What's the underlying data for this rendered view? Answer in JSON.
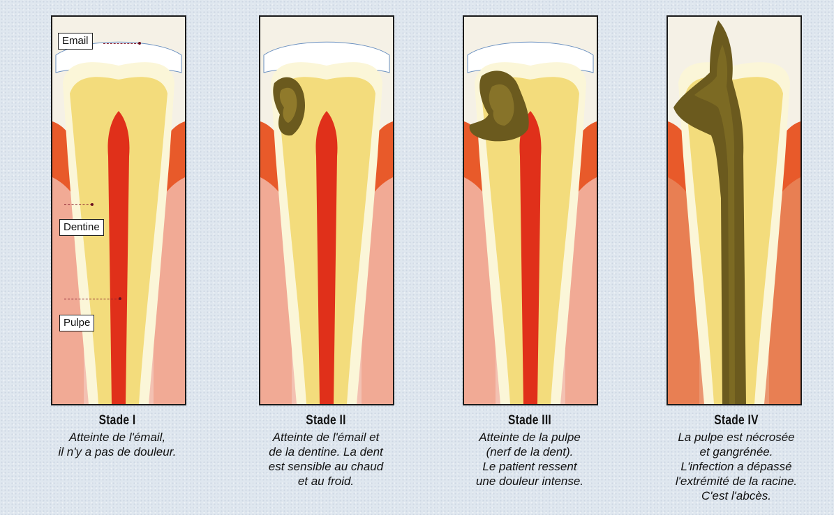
{
  "labels": {
    "email": "Email",
    "dentine": "Dentine",
    "pulpe": "Pulpe"
  },
  "stages": [
    {
      "title": "Stade I",
      "description": "Atteinte de l'émail,\nil n'y a pas de douleur."
    },
    {
      "title": "Stade II",
      "description": "Atteinte de l'émail et\nde la dentine. La dent\nest sensible au chaud\net au froid."
    },
    {
      "title": "Stade III",
      "description": "Atteinte de la pulpe\n(nerf de la dent).\nLe patient ressent\nune douleur intense."
    },
    {
      "title": "Stade IV",
      "description": "La pulpe est nécrosée\net gangrénée.\nL'infection a dépassé\nl'extrémité de la racine.\nC'est l'abcès."
    }
  ],
  "colors": {
    "enamel": "#fbf6d8",
    "dentine": "#f3dc7c",
    "pulp": "#e0301a",
    "gum": "#e85a2a",
    "bone": "#f2b8a8",
    "decay": "#6b5a1e",
    "border": "#1a1a1a"
  }
}
